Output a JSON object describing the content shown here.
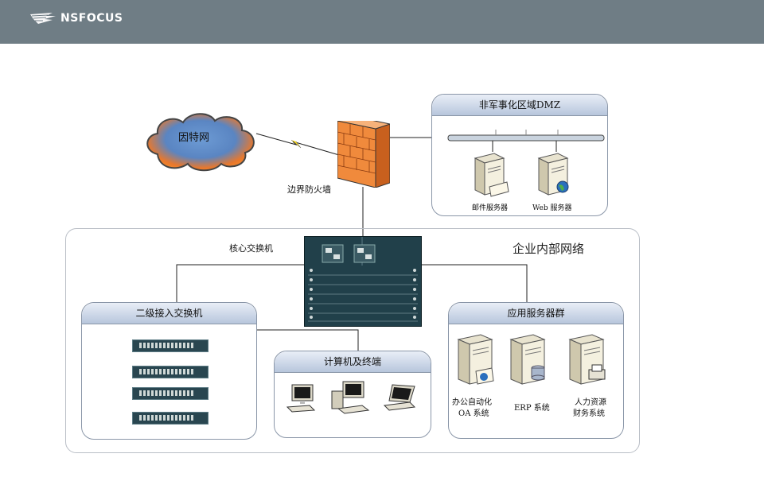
{
  "header": {
    "logo_text": "NSFOCUS",
    "bg_color": "#6f7d85"
  },
  "internet": {
    "label": "因特网"
  },
  "firewall": {
    "label": "边界防火墙"
  },
  "dmz": {
    "title": "非军事化区域DMZ",
    "mail_server": "邮件服务器",
    "web_server": "Web 服务器"
  },
  "core_switch": {
    "label": "核心交换机"
  },
  "enterprise": {
    "label": "企业内部网络"
  },
  "access_switch": {
    "title": "二级接入交换机"
  },
  "terminals": {
    "title": "计算机及终端"
  },
  "app_servers": {
    "title": "应用服务器群",
    "oa_line1": "办公自动化",
    "oa_line2": "OA 系统",
    "erp": "ERP 系统",
    "hr_line1": "人力资源",
    "hr_line2": "财务系统"
  }
}
